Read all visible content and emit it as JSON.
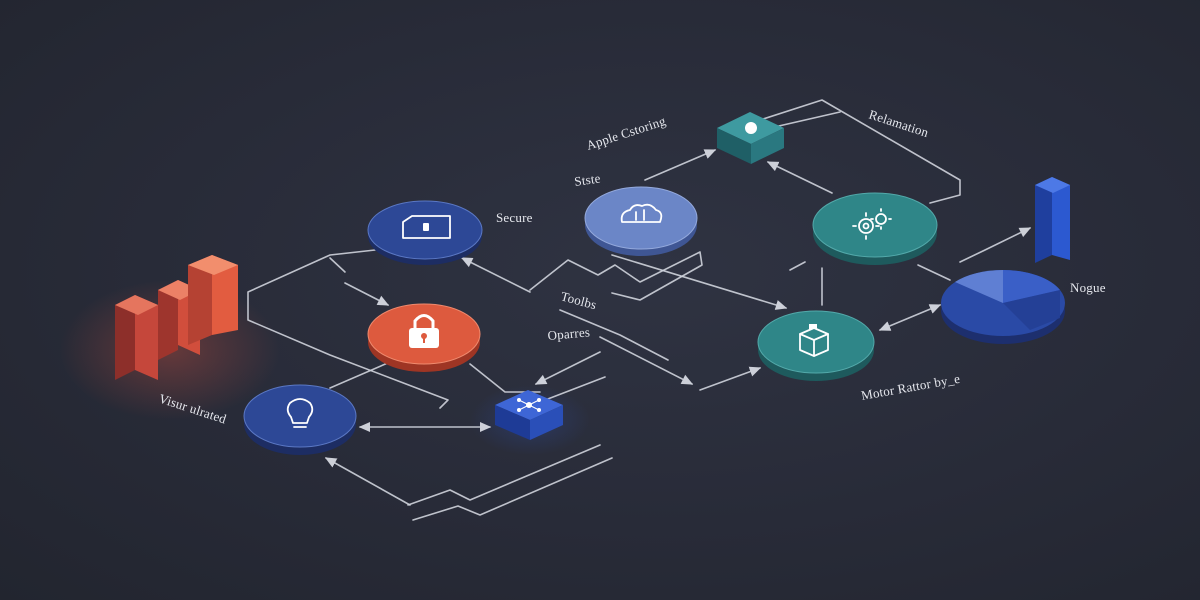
{
  "labels": {
    "secure": "Secure",
    "state": "Stste",
    "apple": "Apple Cstoring",
    "relation": "Relamation",
    "toolbs": "Toolbs",
    "oparres": "Oparres",
    "visual": "Visur ulrated",
    "motor": "Motor Rattor by_e",
    "nogue": "Nogue"
  },
  "colors": {
    "navy": "#2d4896",
    "periwinkle": "#6b86c7",
    "coral": "#dd5a3e",
    "teal": "#2f8688",
    "teal_box": "#2f7f86",
    "blue_box": "#2f54c2",
    "blue_bar": "#2c59d0",
    "red_bar": "#d9533f"
  },
  "icons": {
    "secure_node": "folder-lock-icon",
    "state_node": "cloud-icon",
    "top_box": "dot-icon",
    "settings_node": "gears-icon",
    "lock_node": "lock-icon",
    "bulb_node": "lightbulb-icon",
    "network_box": "network-icon",
    "cube_node": "cube-icon",
    "chart": "pie-chart-icon"
  }
}
